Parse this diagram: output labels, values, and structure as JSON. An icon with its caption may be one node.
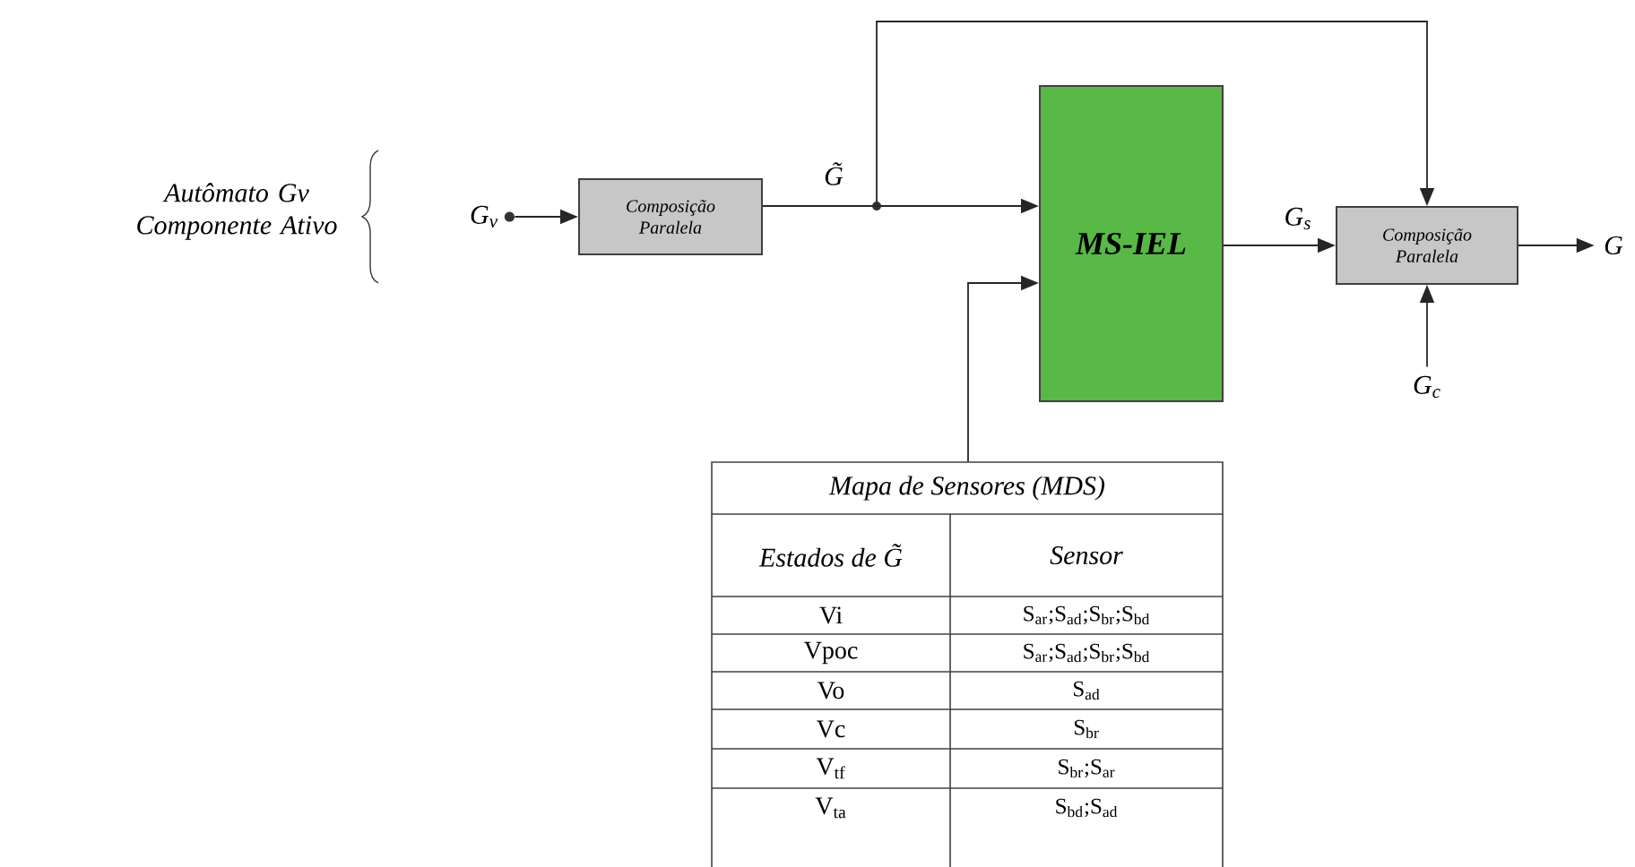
{
  "diagram": {
    "nodes": [
      {
        "text": [
          "G$_{v}$"
        ]
      },
      {
        "text": [
          "Composição Paralela"
        ]
      },
      {
        "text": [
          "MS-IEL"
        ]
      },
      {
        "text": [
          "Composição Paralela"
        ]
      },
      {
        "text": [
          "G"
        ]
      },
      {
        "text": [
          "G$_{c}$"
        ]
      },
      {
        "text": [
          "Mapa de Sensores (MDS)"
        ]
      }
    ],
    "edges": [
      {
        "from": 0,
        "to": 1,
        "arrow": "to"
      },
      {
        "from": 1,
        "to": 2,
        "arrow": "to",
        "label": "G̃"
      },
      {
        "from": 1,
        "to": 3,
        "arrow": "to"
      },
      {
        "from": 2,
        "to": 3,
        "arrow": "to",
        "label": "G$_{s}$"
      },
      {
        "from": 3,
        "to": 4,
        "arrow": "to"
      },
      {
        "from": 5,
        "to": 3,
        "arrow": "to"
      },
      {
        "from": 6,
        "to": 2,
        "arrow": "to"
      }
    ],
    "labels": [
      "Autômato Gv Componente Ativo",
      "Estados de G̃",
      "Sensor",
      "Vi",
      "S$_{ar}$;S$_{ad}$;S$_{br}$;S$_{bd}$",
      "Vpoc",
      "S$_{ar}$;S$_{ad}$;S$_{br}$;S$_{bd}$",
      "Vo",
      "S$_{ad}$",
      "Vc",
      "S$_{br}$",
      "V$_{tf}$",
      "S$_{br}$;S$_{ar}$",
      "V$_{ta}$",
      "S$_{bd}$;S$_{ad}$"
    ]
  }
}
